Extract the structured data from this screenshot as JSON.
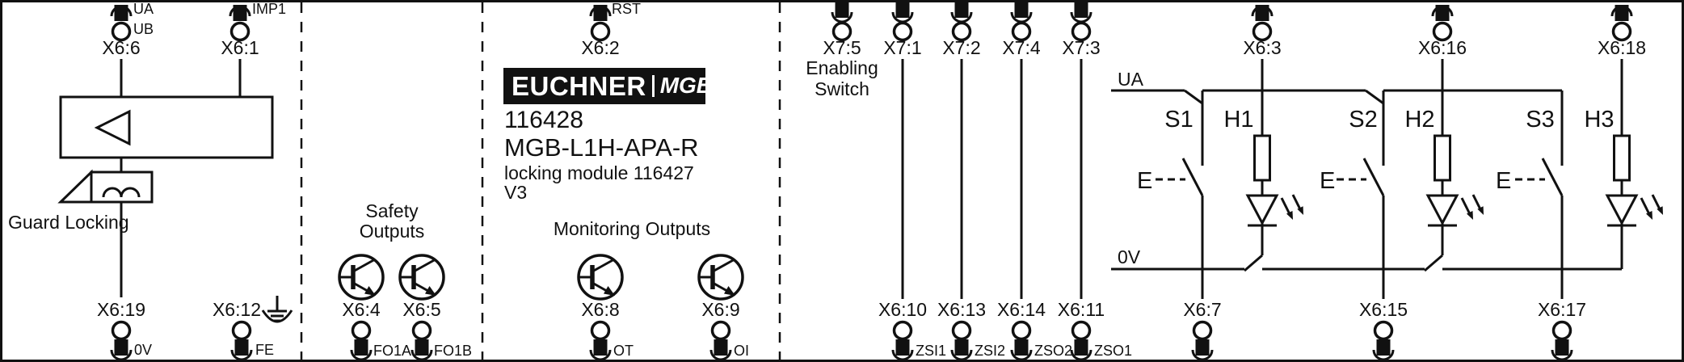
{
  "colors": {
    "ink": "#111111",
    "paper": "#ffffff",
    "logo_bg": "#111111",
    "logo_text": "#ffffff"
  },
  "brand": {
    "name": "EUCHNER",
    "series": "MGB"
  },
  "product": {
    "article": "116428",
    "model": "MGB-L1H-APA-R",
    "note": "locking module 116427",
    "version": "V3"
  },
  "labels": {
    "guard_locking": "Guard Locking",
    "safety_line1": "Safety",
    "safety_line2": "Outputs",
    "monitoring": "Monitoring Outputs",
    "enabling_line1": "Enabling",
    "enabling_line2": "Switch",
    "rail_top": "UA",
    "rail_bottom": "0V"
  },
  "terminals": {
    "x6_6": {
      "id": "X6:6",
      "sig_top": "UA",
      "sig_bottom": "UB"
    },
    "x6_1": {
      "id": "X6:1",
      "sig": "IMP1"
    },
    "x6_19": {
      "id": "X6:19",
      "sig": "0V"
    },
    "x6_12": {
      "id": "X6:12",
      "sig": "FE"
    },
    "x6_4": {
      "id": "X6:4",
      "sig": "FO1A"
    },
    "x6_5": {
      "id": "X6:5",
      "sig": "FO1B"
    },
    "x6_2": {
      "id": "X6:2",
      "sig": "RST"
    },
    "x6_8": {
      "id": "X6:8",
      "sig": "OT"
    },
    "x6_9": {
      "id": "X6:9",
      "sig": "OI"
    },
    "x7_5": {
      "id": "X7:5"
    },
    "x7_1": {
      "id": "X7:1"
    },
    "x7_2": {
      "id": "X7:2"
    },
    "x7_4": {
      "id": "X7:4"
    },
    "x7_3": {
      "id": "X7:3"
    },
    "x6_10": {
      "id": "X6:10",
      "sig": "ZSI1"
    },
    "x6_13": {
      "id": "X6:13",
      "sig": "ZSI2"
    },
    "x6_14": {
      "id": "X6:14",
      "sig": "ZSO2"
    },
    "x6_11": {
      "id": "X6:11",
      "sig": "ZSO1"
    },
    "x6_3": {
      "id": "X6:3"
    },
    "x6_16": {
      "id": "X6:16"
    },
    "x6_18": {
      "id": "X6:18"
    },
    "x6_7": {
      "id": "X6:7"
    },
    "x6_15": {
      "id": "X6:15"
    },
    "x6_17": {
      "id": "X6:17"
    }
  },
  "indicator": {
    "cells": [
      {
        "switch": "S1",
        "lamp": "H1",
        "actuator": "E"
      },
      {
        "switch": "S2",
        "lamp": "H2",
        "actuator": "E"
      },
      {
        "switch": "S3",
        "lamp": "H3",
        "actuator": "E"
      }
    ]
  }
}
